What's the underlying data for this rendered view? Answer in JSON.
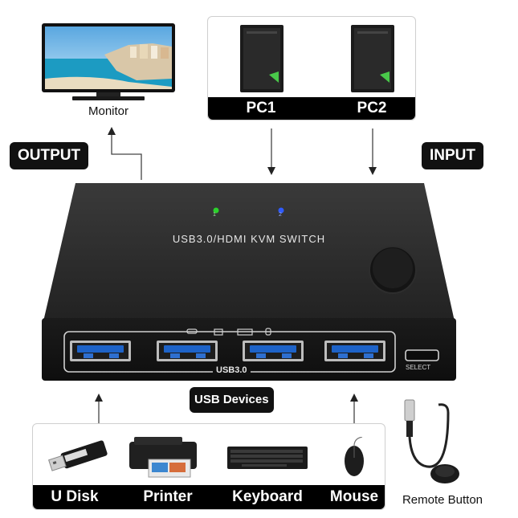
{
  "labels": {
    "output": "OUTPUT",
    "input": "INPUT",
    "monitor": "Monitor",
    "pc1": "PC1",
    "pc2": "PC2",
    "switch_title": "USB3.0/HDMI KVM SWITCH",
    "led1": "1",
    "led2": "2",
    "usb_label": "USB3.0",
    "select": "SELECT",
    "usb_devices": "USB Devices",
    "udisk": "U Disk",
    "printer": "Printer",
    "keyboard": "Keyboard",
    "mouse": "Mouse",
    "remote": "Remote Button"
  },
  "colors": {
    "led1": "#2bd12b",
    "led2": "#2f5bff",
    "accent_blue": "#1e63c8",
    "pc_green": "#49c84a"
  },
  "icons": [
    "monitor-icon",
    "pc-tower-icon",
    "usb-drive-icon",
    "printer-icon",
    "keyboard-icon",
    "mouse-icon",
    "remote-button-icon"
  ]
}
